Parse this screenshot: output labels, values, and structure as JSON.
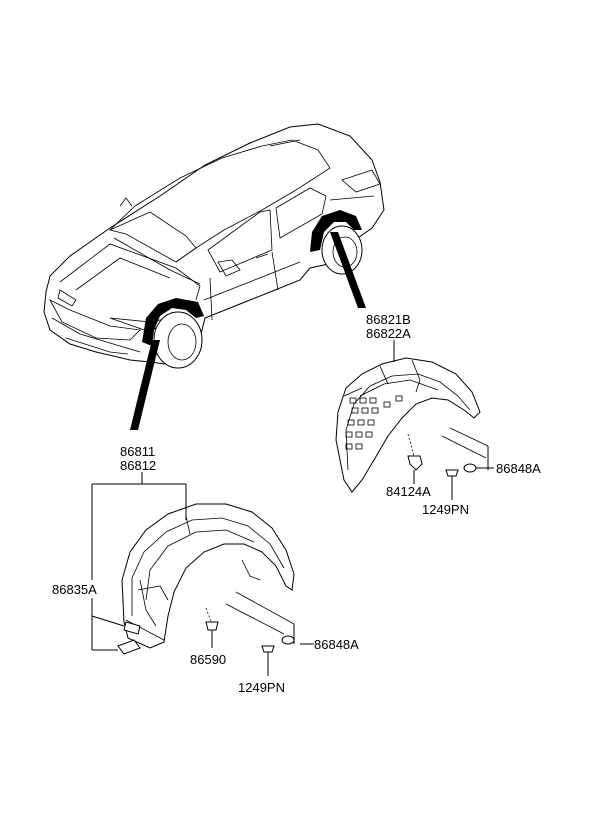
{
  "labels": {
    "front_liner_a": "86811",
    "front_liner_b": "86812",
    "rear_liner_a": "86821B",
    "rear_liner_b": "86822A",
    "front_bracket": "86835A",
    "front_clip": "86590",
    "front_grommet": "86848A",
    "front_screw": "1249PN",
    "rear_nut": "84124A",
    "rear_grommet": "86848A",
    "rear_screw": "1249PN"
  },
  "colors": {
    "line": "#000000",
    "background": "#ffffff",
    "callout_band": "#000000"
  }
}
